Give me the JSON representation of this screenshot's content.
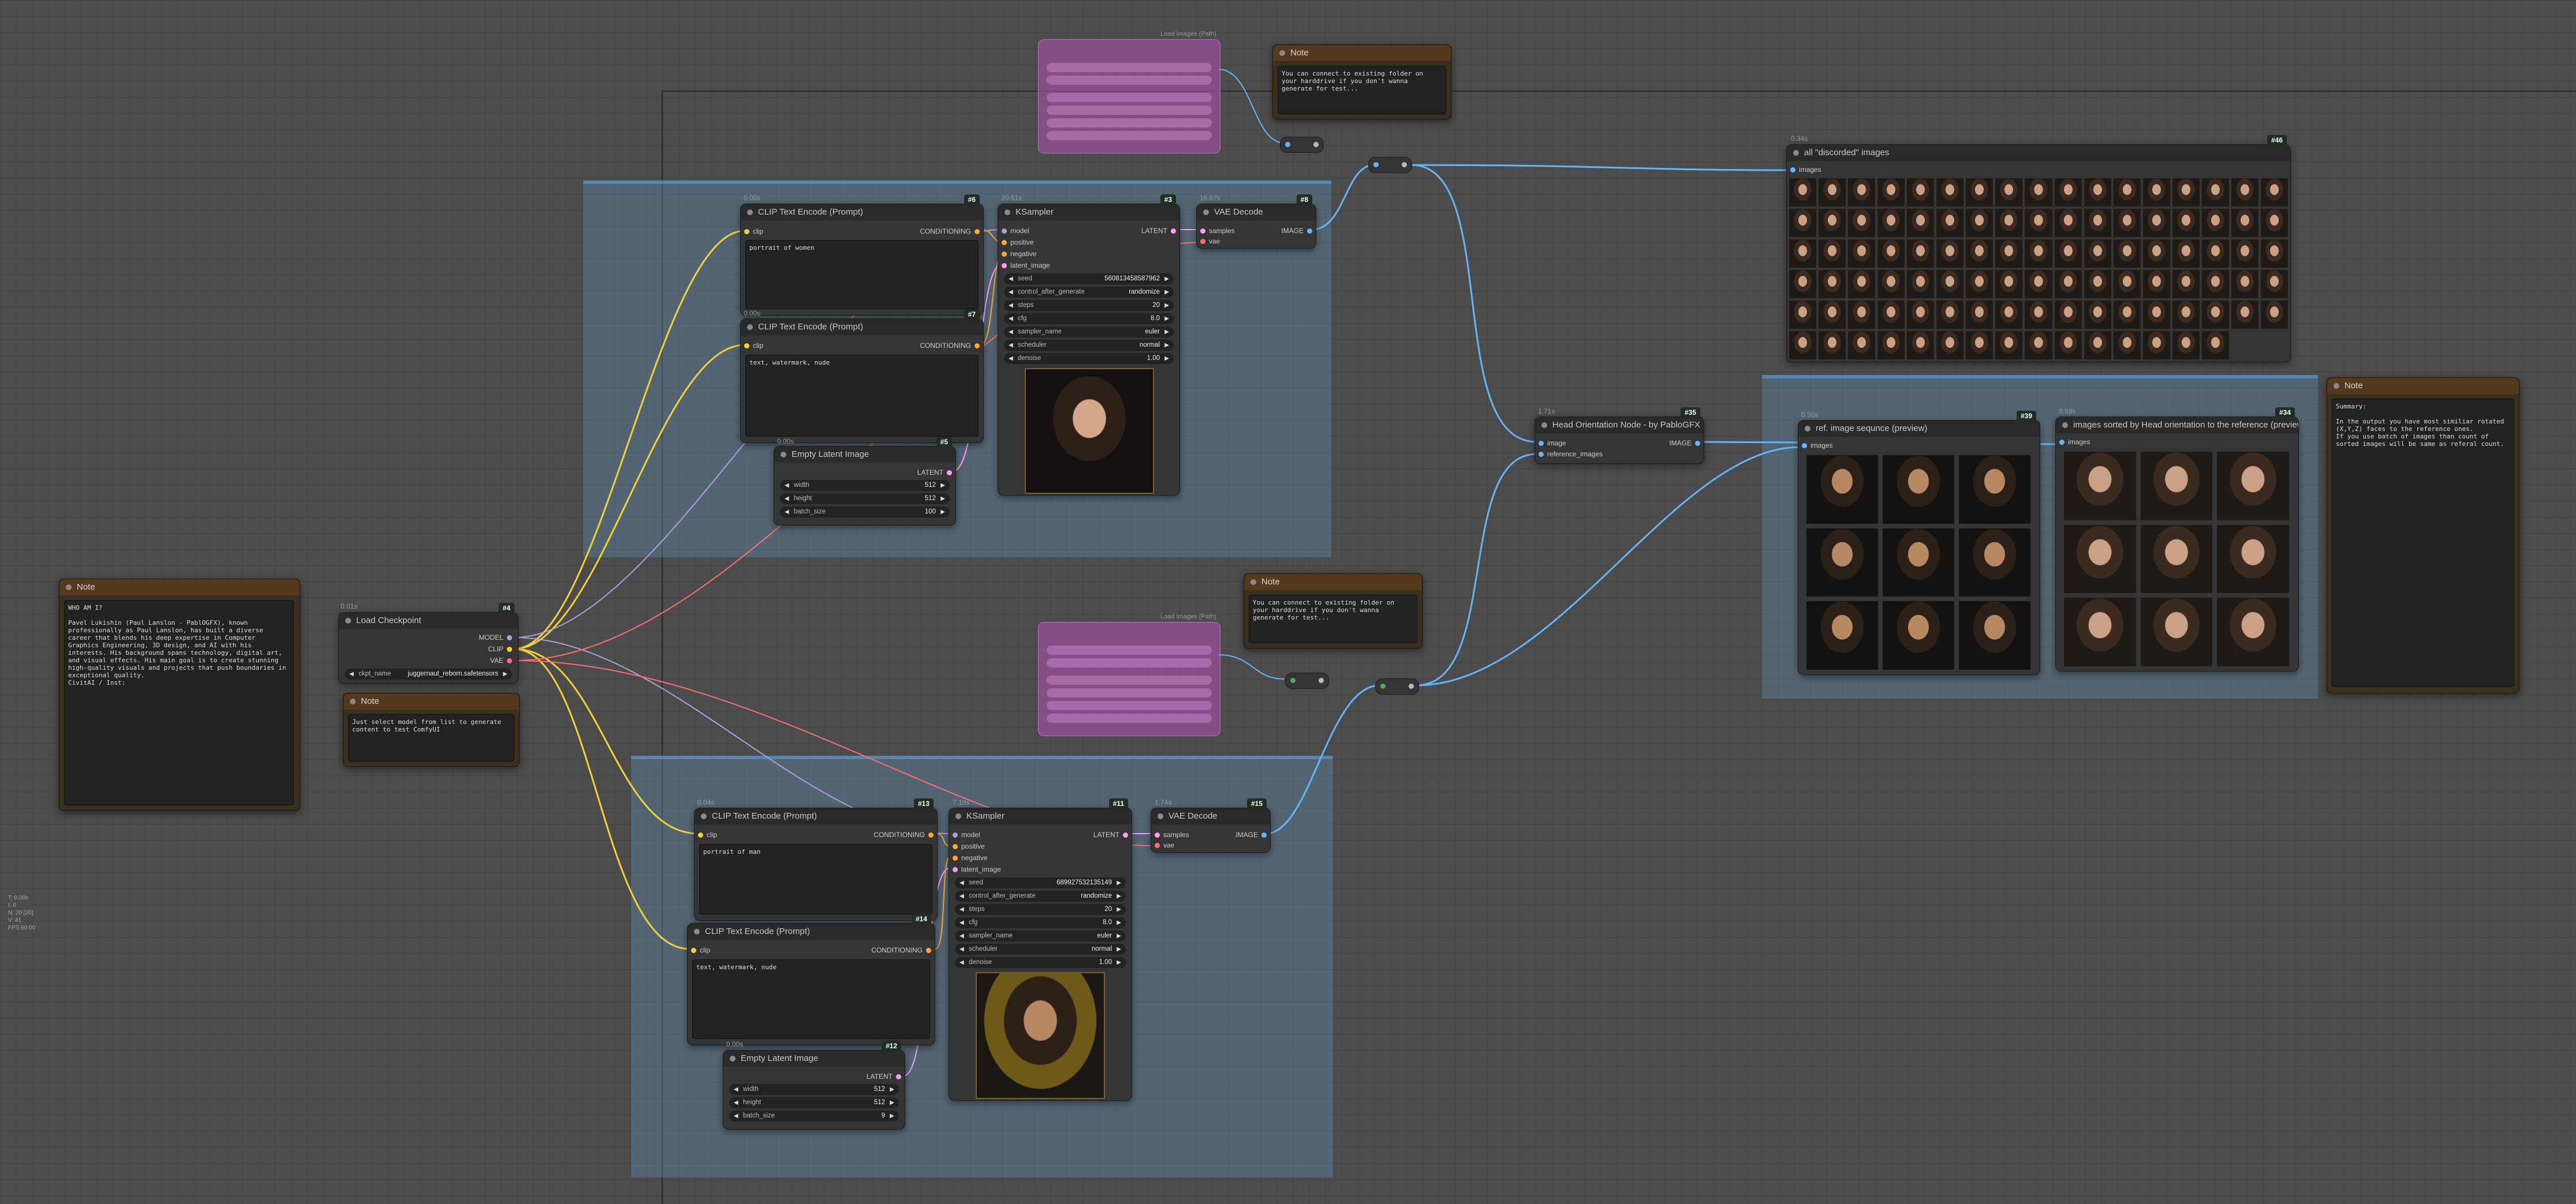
{
  "canvas": {
    "info_lines": [
      "T: 0.00s",
      "I: 0",
      "N: 20 [20]",
      "V: 41",
      "FPS:60.00"
    ]
  },
  "colors": {
    "clip_wire": "#f2d233",
    "model_wire": "#b39ddb",
    "vae_wire": "#ff6e6e",
    "latent_wire": "#ff9cf9",
    "image_wire": "#64b5f6",
    "group_fill": "#5e87aa",
    "note_title": "#54391c",
    "ghost_node": "#a550aa"
  },
  "notes": {
    "left": {
      "title": "Note",
      "text": "WHO AM I?\n\nPavel Lukishin (Paul Lanslon - PablOGFX), known professionally as Paul Lanslon, has built a diverse career that blends his deep expertise in Computer Graphics Engineering, 3D design, and AI with his interests. His background spans technology, digital art, and visual effects. His main goal is to create stunning high-quality visuals and projects that push boundaries in exceptional quality.\nCivitAI / Inst:"
    },
    "checkpoint": {
      "title": "Note",
      "text": "Just select model from list to generate content to test ComfyUI"
    },
    "top_folder": {
      "title": "Note",
      "text": "You can connect to existing folder on your harddrive if you don't wanna generate for test..."
    },
    "mid_folder": {
      "title": "Note",
      "text": "You can connect to existing folder on your harddrive if you don't wanna generate for test..."
    },
    "summary": {
      "title": "Note",
      "text": "Summary:\n\nIn the output you have most similiar rotated (X,Y,Z) faces to the reference ones.\nIf you use batch of images than count of sorted images will be same as referal count."
    }
  },
  "nodes": {
    "load_checkpoint": {
      "title": "Load Checkpoint",
      "id": "#4",
      "time": "0.01s",
      "outputs": [
        "MODEL",
        "CLIP",
        "VAE"
      ],
      "ckpt_label": "ckpt_name",
      "ckpt_value": "juggernaut_reborn.safetensors"
    },
    "clip_pos_top": {
      "title": "CLIP Text Encode (Prompt)",
      "id": "#6",
      "time": "0.00s",
      "input": "clip",
      "output": "CONDITIONING",
      "text": "portrait of women"
    },
    "clip_neg_top": {
      "title": "CLIP Text Encode (Prompt)",
      "id": "#7",
      "time": "0.00s",
      "input": "clip",
      "output": "CONDITIONING",
      "text": "text, watermark, nude"
    },
    "empty_latent_top": {
      "title": "Empty Latent Image",
      "id": "#5",
      "time": "0.00s",
      "output": "LATENT",
      "widgets": [
        {
          "label": "width",
          "value": "512"
        },
        {
          "label": "height",
          "value": "512"
        },
        {
          "label": "batch_size",
          "value": "100"
        }
      ]
    },
    "ksampler_top": {
      "title": "KSampler",
      "id": "#3",
      "time": "20.61s",
      "inputs": [
        "model",
        "positive",
        "negative",
        "latent_image"
      ],
      "output": "LATENT",
      "widgets": [
        {
          "label": "seed",
          "value": "560813458587962"
        },
        {
          "label": "control_after_generate",
          "value": "randomize"
        },
        {
          "label": "steps",
          "value": "20"
        },
        {
          "label": "cfg",
          "value": "8.0"
        },
        {
          "label": "sampler_name",
          "value": "euler"
        },
        {
          "label": "scheduler",
          "value": "normal"
        },
        {
          "label": "denoise",
          "value": "1.00"
        }
      ]
    },
    "vae_decode_top": {
      "title": "VAE Decode",
      "id": "#8",
      "time": "16.67s",
      "inputs": [
        "samples",
        "vae"
      ],
      "output": "IMAGE"
    },
    "clip_pos_bottom": {
      "title": "CLIP Text Encode (Prompt)",
      "id": "#13",
      "time": "0.04s",
      "input": "clip",
      "output": "CONDITIONING",
      "text": "portrait of man"
    },
    "clip_neg_bottom": {
      "title": "CLIP Text Encode (Prompt)",
      "id": "#14",
      "time": "",
      "input": "clip",
      "output": "CONDITIONING",
      "text": "text, watermark, nude"
    },
    "empty_latent_bottom": {
      "title": "Empty Latent Image",
      "id": "#12",
      "time": "0.00s",
      "output": "LATENT",
      "widgets": [
        {
          "label": "width",
          "value": "512"
        },
        {
          "label": "height",
          "value": "512"
        },
        {
          "label": "batch_size",
          "value": "9"
        }
      ]
    },
    "ksampler_bottom": {
      "title": "KSampler",
      "id": "#11",
      "time": "7.10s",
      "inputs": [
        "model",
        "positive",
        "negative",
        "latent_image"
      ],
      "output": "LATENT",
      "widgets": [
        {
          "label": "seed",
          "value": "689927532135149"
        },
        {
          "label": "control_after_generate",
          "value": "randomize"
        },
        {
          "label": "steps",
          "value": "20"
        },
        {
          "label": "cfg",
          "value": "8.0"
        },
        {
          "label": "sampler_name",
          "value": "euler"
        },
        {
          "label": "scheduler",
          "value": "normal"
        },
        {
          "label": "denoise",
          "value": "1.00"
        }
      ]
    },
    "vae_decode_bottom": {
      "title": "VAE Decode",
      "id": "#15",
      "time": "1.74s",
      "inputs": [
        "samples",
        "vae"
      ],
      "output": "IMAGE"
    },
    "head_orientation": {
      "title": "Head Orientation Node - by PabloGFX",
      "id": "#35",
      "time": "1.71s",
      "inputs": [
        "image",
        "reference_images"
      ],
      "output": "IMAGE"
    },
    "all_images": {
      "title": "all \"discorded\" images",
      "id": "#46",
      "time": "0.34s",
      "input": "images"
    },
    "ref_preview": {
      "title": "ref. image sequnce (preview)",
      "id": "#39",
      "time": "0.30s",
      "input": "images"
    },
    "sorted_preview": {
      "title": "images sorted by Head orientation to the reference (preview)",
      "id": "#34",
      "time": "0.59s",
      "input": "images"
    }
  },
  "ghost_nodes": {
    "top_label": "Load Images (Path)",
    "mid_label": "Load Images (Path)"
  }
}
